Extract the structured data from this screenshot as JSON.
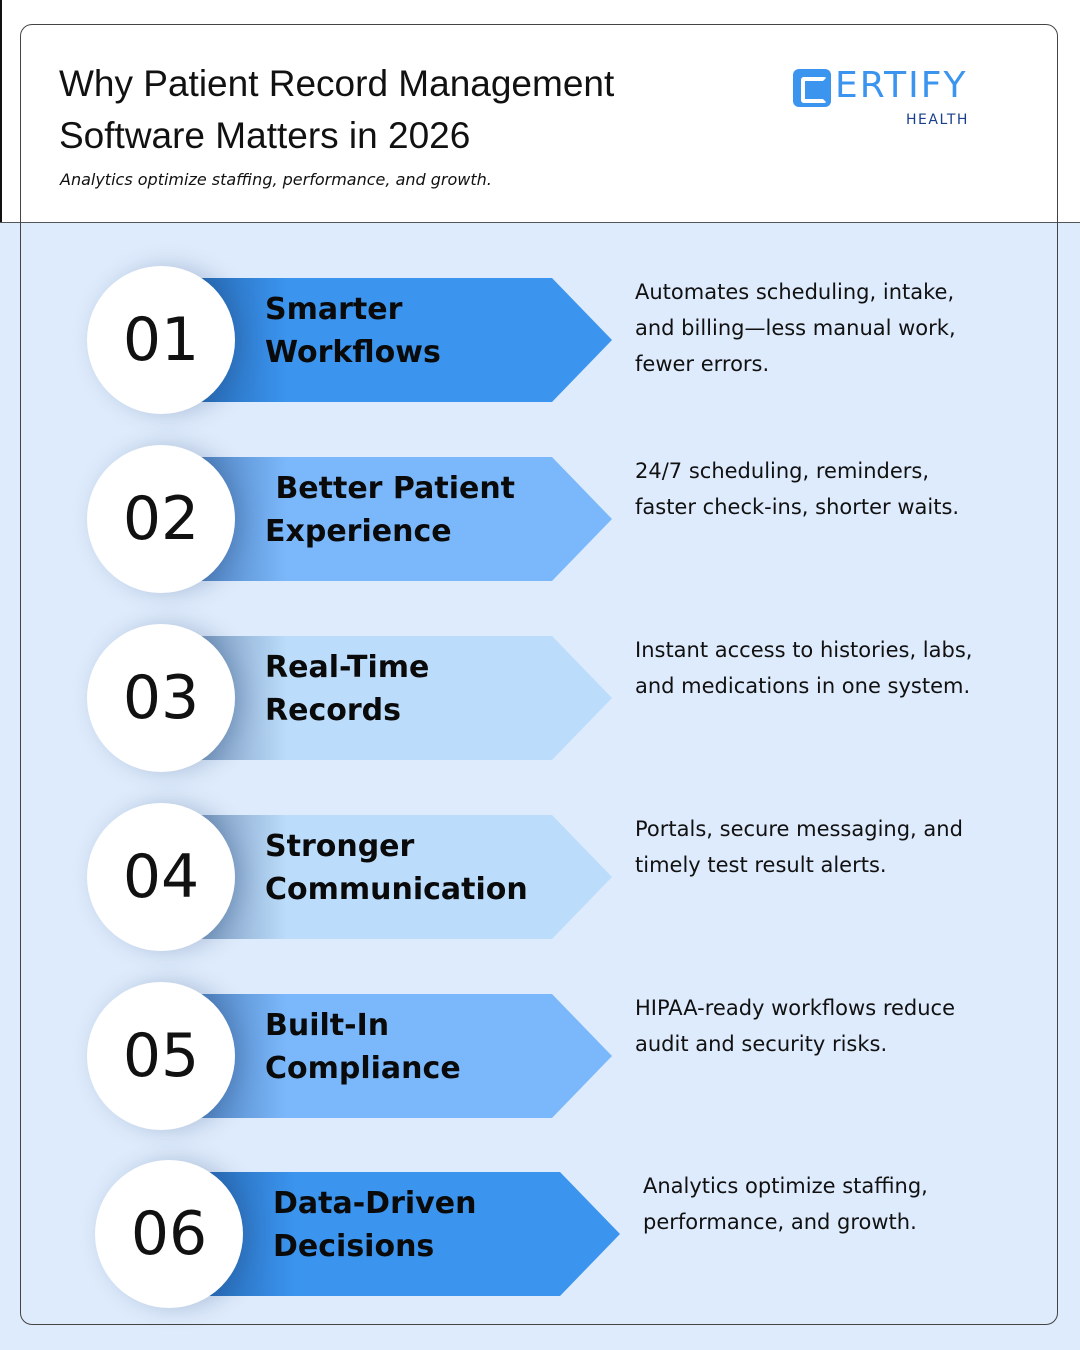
{
  "header": {
    "title_line1": "Why Patient Record Management",
    "title_line2": "Software Matters in 2026",
    "subtitle": "Analytics optimize staffing, performance, and growth."
  },
  "logo": {
    "brand": "CERTIFY",
    "rest": "ERTIFY",
    "sub": "HEALTH",
    "color": "#3b94ee",
    "sub_color": "#1a3f8a"
  },
  "colors": {
    "background": "#deebfc",
    "dark_blue": "#3b94ee",
    "mid_blue": "#7bb8fb",
    "light_blue": "#bcdcfb"
  },
  "items": [
    {
      "number": "01",
      "title": "Smarter\nWorkflows",
      "description": "Automates scheduling, intake, and billing—less manual work, fewer errors.",
      "color": "#3b94ee"
    },
    {
      "number": "02",
      "title": " Better Patient\nExperience",
      "description": "24/7 scheduling, reminders, faster check-ins, shorter waits.",
      "color": "#7bb8fb"
    },
    {
      "number": "03",
      "title": "Real-Time\nRecords",
      "description": "Instant access to histories, labs, and medications in one system.",
      "color": "#bcdcfb"
    },
    {
      "number": "04",
      "title": "Stronger\nCommunication",
      "description": "Portals, secure messaging, and timely test result alerts.",
      "color": "#bcdcfb"
    },
    {
      "number": "05",
      "title": "Built-In\nCompliance",
      "description": "HIPAA-ready workflows reduce audit and security risks.",
      "color": "#7bb8fb"
    },
    {
      "number": "06",
      "title": "Data-Driven\nDecisions",
      "description": "Analytics optimize staffing, performance, and growth.",
      "color": "#3b94ee"
    }
  ]
}
